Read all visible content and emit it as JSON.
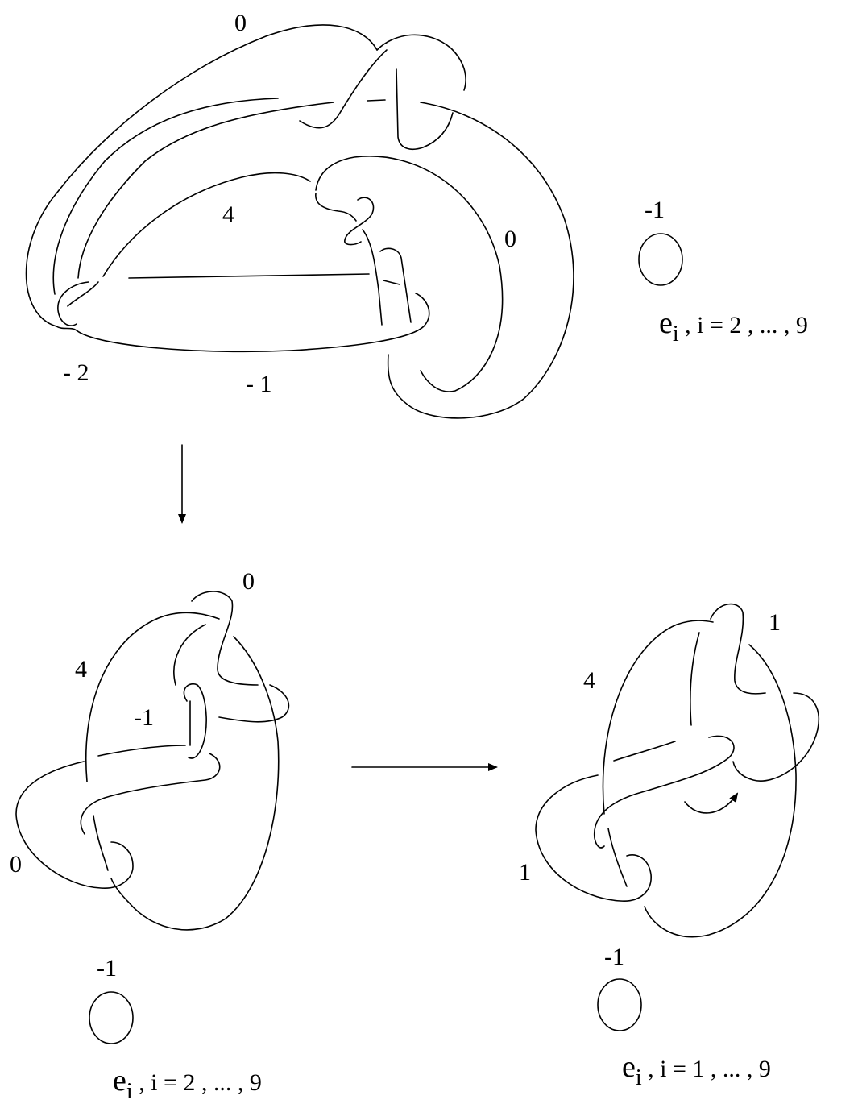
{
  "top": {
    "labels": {
      "top_component": "0",
      "inner_component": "4",
      "right_component": "0",
      "left_component": "- 2",
      "bottom_component": "- 1"
    },
    "unknot": {
      "framing": "-1",
      "caption_e": "e",
      "caption_sub": "i",
      "caption_rest": " ,  i = 2 , ... , 9"
    }
  },
  "bottom_left": {
    "labels": {
      "top": "0",
      "left_upper": "4",
      "inner": "-1",
      "left_lower": "0"
    },
    "unknot": {
      "framing": "-1",
      "caption_e": "e",
      "caption_sub": "i",
      "caption_rest": " ,  i = 2 , ... , 9"
    }
  },
  "bottom_right": {
    "labels": {
      "top": "1",
      "left_upper": "4",
      "left_lower": "1"
    },
    "unknot": {
      "framing": "-1",
      "caption_e": "e",
      "caption_sub": "i",
      "caption_rest": " ,  i = 1 , ... , 9"
    }
  },
  "arrows": {
    "down": "down-arrow",
    "right": "right-arrow",
    "twist": "curved-arrow"
  }
}
